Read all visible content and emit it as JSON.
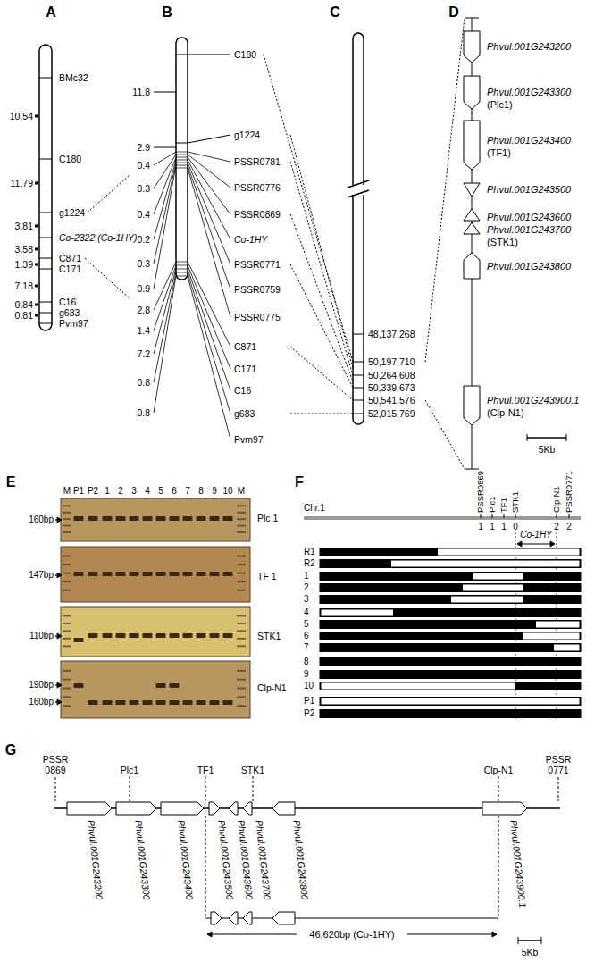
{
  "diagram": {
    "labels": [
      "A",
      "BMc32",
      "C180",
      "g1224",
      "Co-2322 (Co-1HY)",
      "C871",
      "C171",
      "C16",
      "g683",
      "Pvm97",
      "10.54",
      "11.79",
      "3.81",
      "3.58",
      "1.39",
      "7.18",
      "0.84",
      "0.81",
      "B",
      "11.8",
      "2.9",
      "0.4",
      "0.3",
      "0.4",
      "0.2",
      "0.3",
      "0.9",
      "2.8",
      "1.4",
      "7.2",
      "0.8",
      "0.8",
      "C180",
      "g1224",
      "PSSR0781",
      "PSSR0776",
      "PSSR0869",
      "Co-1HY",
      "PSSR0771",
      "PSSR0759",
      "PSSR0775",
      "C871",
      "C171",
      "C16",
      "g683",
      "Pvm97",
      "C",
      "48,137,268",
      "50,197,710",
      "50,264,608",
      "50,339,673",
      "50,541,576",
      "52,015,769",
      "D",
      "Phvul.001G243200",
      "Phvul.001G243300",
      "(Plc1)",
      "Phvul.001G243400",
      "(TF1)",
      "Phvul.001G243500",
      "Phvul.001G243600",
      "Phvul.001G243700",
      "(STK1)",
      "Phvul.001G243800",
      "Phvul.001G243900.1",
      "(Clp-N1)",
      "5Kb",
      "E",
      "M",
      "P1",
      "P2",
      "1",
      "2",
      "3",
      "4",
      "5",
      "6",
      "7",
      "8",
      "9",
      "10",
      "M",
      "160bp",
      "147bp",
      "110bp",
      "190bp",
      "160bp",
      "Plc 1",
      "TF 1",
      "STK1",
      "Clp-N1",
      "F",
      "Chr.1",
      "PSSR0869",
      "Plc1",
      "TF1",
      "STK1",
      "Clp-N1",
      "PSSR0771",
      "1",
      "1",
      "1",
      "0",
      "2",
      "2",
      "Co-1HY",
      "R1",
      "R2",
      "1",
      "2",
      "3",
      "4",
      "5",
      "6",
      "7",
      "8",
      "9",
      "10",
      "P1",
      "P2",
      "G",
      "PSSR 0869",
      "Plc1",
      "TF1",
      "STK1",
      "Clp-N1",
      "PSSR 0771",
      "Phvul.001G243200",
      "Phvul.001G243300",
      "Phvul.001G243400",
      "Phvul.001G243500",
      "Phvul.001G243600",
      "Phvul.001G243700",
      "Phvul.001G243800",
      "Phvul.001G243900.1",
      "46,620bp (Co-1HY)",
      "5Kb"
    ]
  }
}
